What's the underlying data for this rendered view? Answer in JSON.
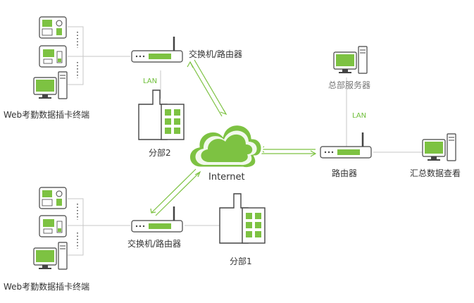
{
  "labels": {
    "switch_top": "交换机/路由器",
    "terminal_top": "Web考勤数据插卡终端",
    "branch2": "分部2",
    "lan_left": "LAN",
    "internet": "Internet",
    "hq_server": "总部服务器",
    "lan_right": "LAN",
    "router_right": "路由器",
    "summary_view": "汇总数据查看",
    "switch_bottom": "交换机/路由器",
    "branch1": "分部1",
    "terminal_bottom": "Web考勤数据插卡终端"
  },
  "colors": {
    "green": "#7dc242",
    "green_dark": "#5fa32d",
    "line": "#c7c7c7",
    "stroke": "#444444"
  }
}
